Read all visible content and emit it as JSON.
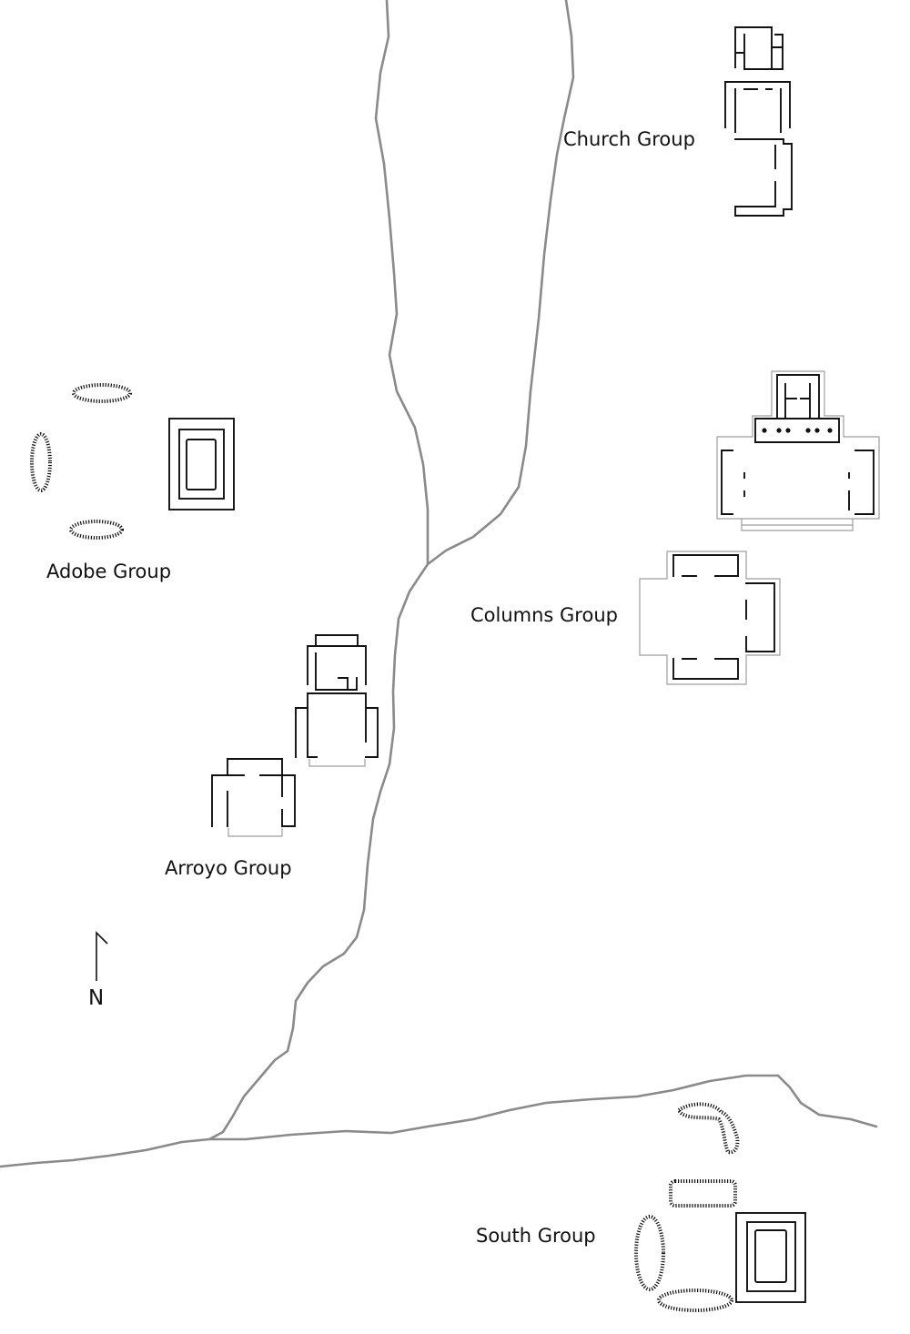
{
  "groups": {
    "church": "Church Group",
    "adobe": "Adobe Group",
    "columns": "Columns Group",
    "arroyo": "Arroyo Group",
    "south": "South Group"
  },
  "north_arrow": {
    "label": "N"
  },
  "colors": {
    "river": "#8a8a8a",
    "walls": "#111111",
    "outline_gray": "#9e9e9e",
    "background": "#ffffff"
  }
}
